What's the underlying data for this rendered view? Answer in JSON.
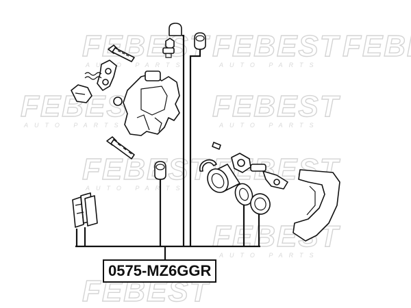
{
  "diagram": {
    "part_number": "0575-MZ6GGR",
    "watermark": {
      "brand": "FEBEST",
      "tagline": "AUTO PARTS"
    }
  }
}
